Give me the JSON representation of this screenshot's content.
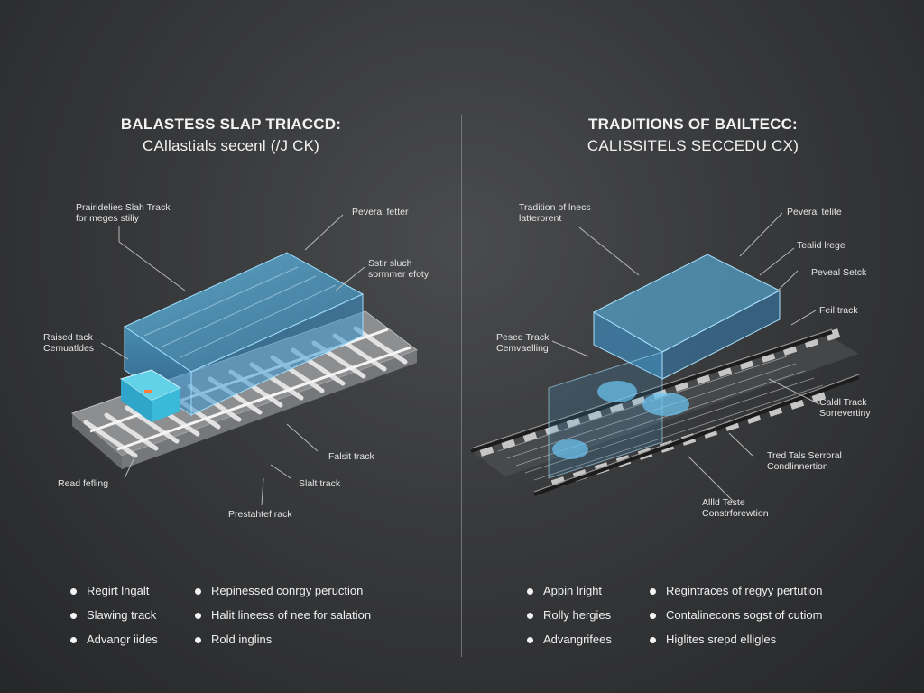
{
  "colors": {
    "background": "#38393b",
    "glass": "#5ab8ea",
    "rail": "#c9c9c9"
  },
  "left": {
    "title_line1": "BALASTESS SLAP TRIACCD:",
    "title_line2": "CAllastials secenl (/J CK)",
    "labels": {
      "top_left": "Prairidelies Slah Track\nfor meges stiliy",
      "top_right": "Peveral fetter",
      "mid_right": "Sstir sluch\nsormmer efoty",
      "left_mid": "Raised tack\nCemuatldes",
      "bottom_right1": "Falsit track",
      "bottom_left": "Read fefling",
      "bottom_right2": "Slalt track",
      "bottom_center": "Prestahtef rack"
    },
    "bullets_col1": [
      "Regirt lngalt",
      "Slawing track",
      "Advangr iides"
    ],
    "bullets_col2": [
      "Repinessed conrgy peruction",
      "Halit lineess of nee for salation",
      "Rold inglins"
    ]
  },
  "right": {
    "title_line1": "TRADITIONS OF BAILTECC:",
    "title_line2": "CALISSITELS SECCEDU CX)",
    "labels": {
      "top_left": "Tradition of lnecs\nlatterorent",
      "top_right": "Peveral telite",
      "right2": "Tealid lrege",
      "right3": "Peveal Setck",
      "right4": "Feil track",
      "left_mid": "Pesed Track\nCemvaelling",
      "right5": "Caldl Track\nSorrevertiny",
      "right6": "Tred Tals Serroral\nCondlinnertion",
      "bottom": "Allld Teste\nConstrforewtion"
    },
    "bullets_col1": [
      "Appin lright",
      "Rolly hergies",
      "Advangrifees"
    ],
    "bullets_col2": [
      "Regintraces of regyy pertution",
      "Contalinecons sogst of cutiom",
      "Higlites srepd elligles"
    ]
  }
}
